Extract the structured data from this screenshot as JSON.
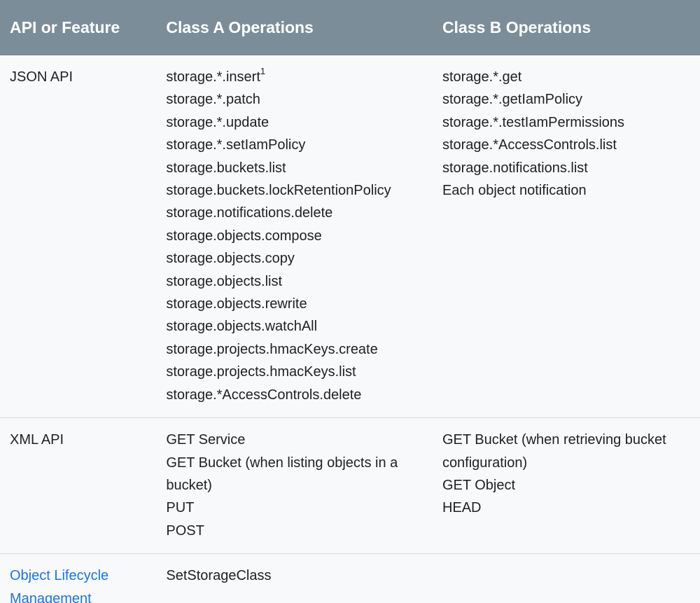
{
  "headers": {
    "api": "API or Feature",
    "class_a": "Class A Operations",
    "class_b": "Class B Operations"
  },
  "rows": [
    {
      "api": "JSON API",
      "class_a": [
        "storage.*.insert",
        "storage.*.patch",
        "storage.*.update",
        "storage.*.setIamPolicy",
        "storage.buckets.list",
        "storage.buckets.lockRetentionPolicy",
        "storage.notifications.delete",
        "storage.objects.compose",
        "storage.objects.copy",
        "storage.objects.list",
        "storage.objects.rewrite",
        "storage.objects.watchAll",
        "storage.projects.hmacKeys.create",
        "storage.projects.hmacKeys.list",
        "storage.*AccessControls.delete"
      ],
      "class_a_footnote": "1",
      "class_b": [
        "storage.*.get",
        "storage.*.getIamPolicy",
        "storage.*.testIamPermissions",
        "storage.*AccessControls.list",
        "storage.notifications.list",
        "Each object notification"
      ]
    },
    {
      "api": "XML API",
      "class_a": [
        "GET Service",
        "GET Bucket (when listing objects in a bucket)",
        "PUT",
        "POST"
      ],
      "class_b": [
        "GET Bucket (when retrieving bucket configuration)",
        "GET Object",
        "HEAD"
      ]
    },
    {
      "api": "Object Lifecycle Management",
      "class_a": [
        "SetStorageClass"
      ],
      "class_b": []
    }
  ],
  "colors": {
    "header_bg": "#7b8d99",
    "header_text": "#ffffff",
    "body_bg": "#f8f9fa",
    "link": "#1a73e8"
  }
}
